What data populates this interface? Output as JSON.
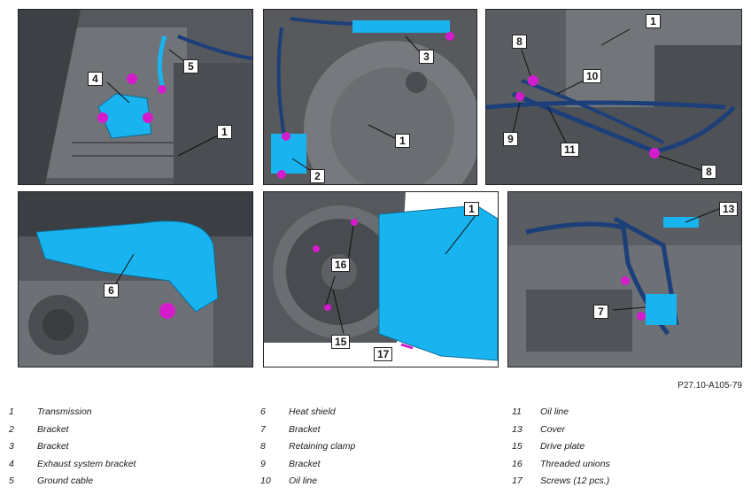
{
  "figure_ref": "P27.10-A105-79",
  "colors": {
    "part_highlight": "#19b4f0",
    "fastener": "#d41ccc",
    "oil_line": "#1c3f7a",
    "engine_gray": "#6c6f73",
    "engine_dark": "#3c3e42"
  },
  "panels": {
    "p1": {
      "callouts": [
        "1",
        "4",
        "5"
      ]
    },
    "p2": {
      "callouts": [
        "1",
        "2",
        "3"
      ]
    },
    "p3": {
      "callouts": [
        "1",
        "8",
        "10",
        "9",
        "11",
        "8"
      ]
    },
    "p4": {
      "callouts": [
        "6"
      ]
    },
    "p5": {
      "callouts": [
        "1",
        "16",
        "15",
        "17"
      ]
    },
    "p6": {
      "callouts": [
        "13",
        "7"
      ]
    }
  },
  "legend": [
    [
      {
        "num": "1",
        "text": "Transmission"
      },
      {
        "num": "2",
        "text": "Bracket"
      },
      {
        "num": "3",
        "text": "Bracket"
      },
      {
        "num": "4",
        "text": "Exhaust system bracket"
      },
      {
        "num": "5",
        "text": "Ground cable"
      }
    ],
    [
      {
        "num": "6",
        "text": "Heat shield"
      },
      {
        "num": "7",
        "text": "Bracket"
      },
      {
        "num": "8",
        "text": "Retaining clamp"
      },
      {
        "num": "9",
        "text": "Bracket"
      },
      {
        "num": "10",
        "text": "Oil line"
      }
    ],
    [
      {
        "num": "11",
        "text": "Oil line"
      },
      {
        "num": "13",
        "text": "Cover"
      },
      {
        "num": "15",
        "text": "Drive plate"
      },
      {
        "num": "16",
        "text": "Threaded unions"
      },
      {
        "num": "17",
        "text": "Screws (12 pcs.)"
      }
    ]
  ]
}
